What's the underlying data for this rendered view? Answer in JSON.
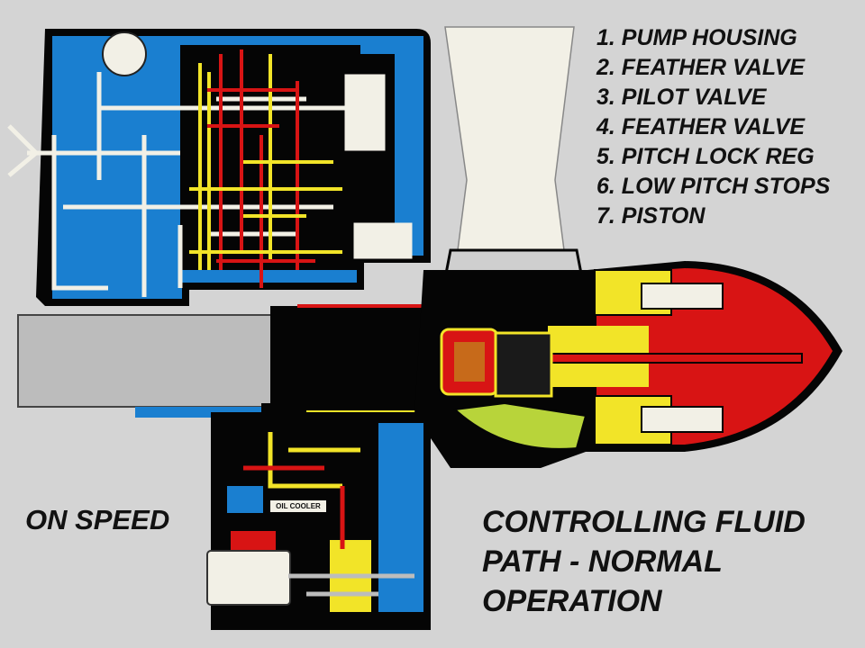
{
  "legend": {
    "items": [
      "1. PUMP HOUSING",
      "2. FEATHER VALVE",
      "3. PILOT VALVE",
      "4. FEATHER VALVE",
      "5. PITCH LOCK REG",
      "6. LOW PITCH STOPS",
      "7. PISTON"
    ]
  },
  "state_label": "ON SPEED",
  "title_lines": [
    "CONTROLLING FLUID",
    "PATH - NORMAL",
    "OPERATION"
  ],
  "diagram": {
    "small_label": "OIL COOLER",
    "colors": {
      "background": "#d4d4d4",
      "housing_blue": "#1a7fd0",
      "oil_black": "#050505",
      "pressure_red": "#d81414",
      "return_yellow": "#f2e428",
      "shaft_grey": "#bcbcbc",
      "blade_cream": "#f2f0e6",
      "hub_green": "#b8d43a"
    }
  }
}
